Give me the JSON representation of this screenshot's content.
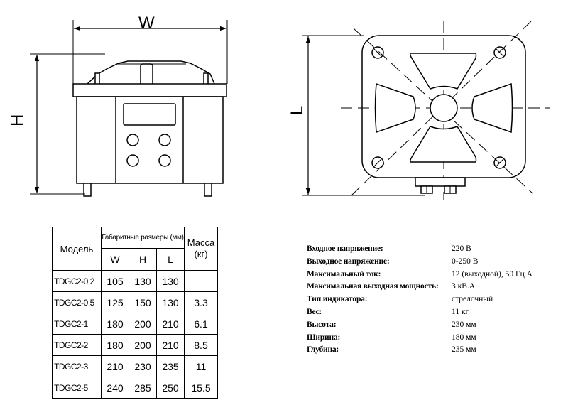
{
  "front_view": {
    "width_label": "W",
    "height_label": "H"
  },
  "top_view": {
    "length_label": "L"
  },
  "table": {
    "header_model": "Модель",
    "header_group": "Габаритные размеры (мм)",
    "header_w": "W",
    "header_h": "H",
    "header_l": "L",
    "header_mass_line1": "Масса",
    "header_mass_line2": "(кг)",
    "rows": [
      {
        "model": "TDGC2-0.2",
        "w": "105",
        "h": "130",
        "l": "130",
        "mass": ""
      },
      {
        "model": "TDGC2-0.5",
        "w": "125",
        "h": "150",
        "l": "130",
        "mass": "3.3"
      },
      {
        "model": "TDGC2-1",
        "w": "180",
        "h": "200",
        "l": "210",
        "mass": "6.1"
      },
      {
        "model": "TDGC2-2",
        "w": "180",
        "h": "200",
        "l": "210",
        "mass": "8.5"
      },
      {
        "model": "TDGC2-3",
        "w": "210",
        "h": "230",
        "l": "235",
        "mass": "11"
      },
      {
        "model": "TDGC2-5",
        "w": "240",
        "h": "285",
        "l": "250",
        "mass": "15.5"
      }
    ]
  },
  "specs": [
    {
      "label": "Входное напряжение:",
      "value": "220 В"
    },
    {
      "label": "Выходное напряжение:",
      "value": "0-250 В"
    },
    {
      "label": "Максимальный ток:",
      "value": "12 (выходной), 50 Гц А"
    },
    {
      "label": "Максимальная выходная мощность:",
      "value": "3 кВ.А"
    },
    {
      "label": "Тип индикатора:",
      "value": "стрелочный"
    },
    {
      "label": "Вес:",
      "value": "11 кг"
    },
    {
      "label": "Высота:",
      "value": "230 мм"
    },
    {
      "label": "Ширина:",
      "value": "180 мм"
    },
    {
      "label": "Глубина:",
      "value": "235 мм"
    }
  ]
}
